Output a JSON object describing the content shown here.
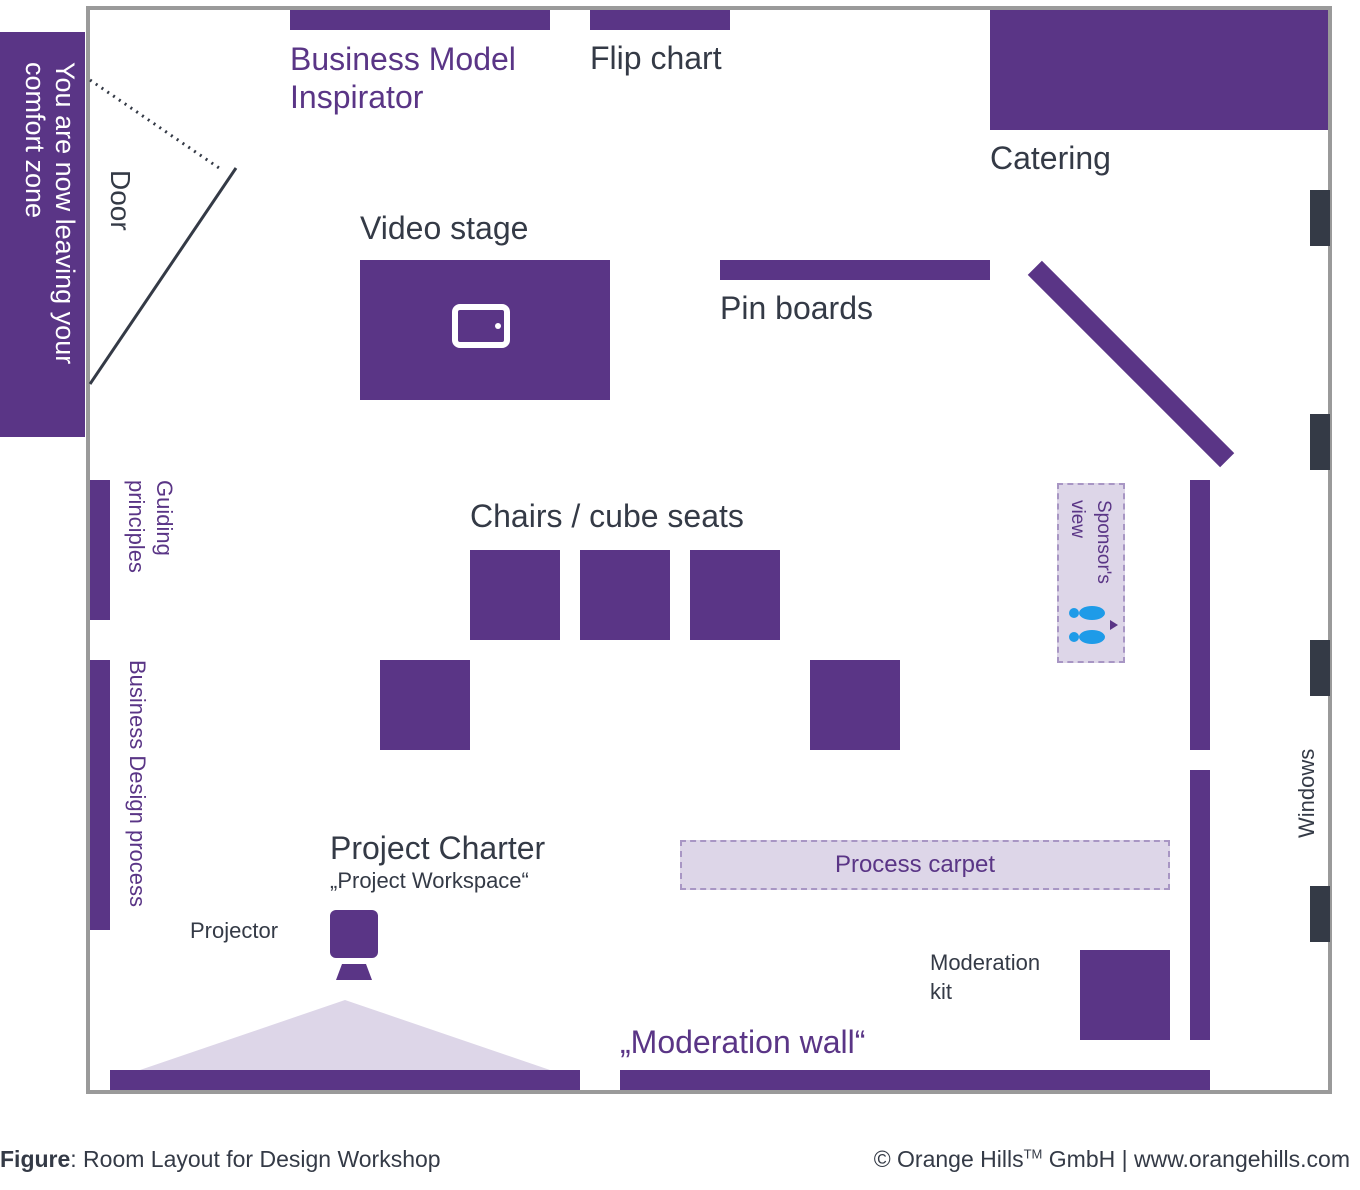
{
  "room": {
    "banner": "You are now leaving your comfort zone",
    "door": "Door",
    "business_model_inspirator": "Business Model\nInspirator",
    "flip_chart": "Flip chart",
    "catering": "Catering",
    "video_stage": "Video stage",
    "pin_boards": "Pin boards",
    "chairs": "Chairs / cube seats",
    "guiding_principles": "Guiding\nprinciples",
    "business_design_process": "Business Design process",
    "sponsors_view": "Sponsor's\nview",
    "windows": "Windows",
    "process_carpet": "Process carpet",
    "project_charter": "Project Charter",
    "project_workspace": "„Project Workspace“",
    "projector": "Projector",
    "moderation_kit": "Moderation\nkit",
    "moderation_wall": "„Moderation wall“"
  },
  "footer": {
    "figure_bold": "Figure",
    "figure_rest": ": Room Layout for Design Workshop",
    "copyright_pre": "© Orange Hills",
    "tm": "TM",
    "copyright_post": " GmbH | www.orangehills.com"
  },
  "icons": [
    "tablet-icon",
    "footprints-icon",
    "projector-icon"
  ],
  "colors": {
    "purple": "#5a3586",
    "dark": "#343a46",
    "pale": "#ddd6e8",
    "footprint": "#1e9be8",
    "wall": "#9a9a9a"
  }
}
